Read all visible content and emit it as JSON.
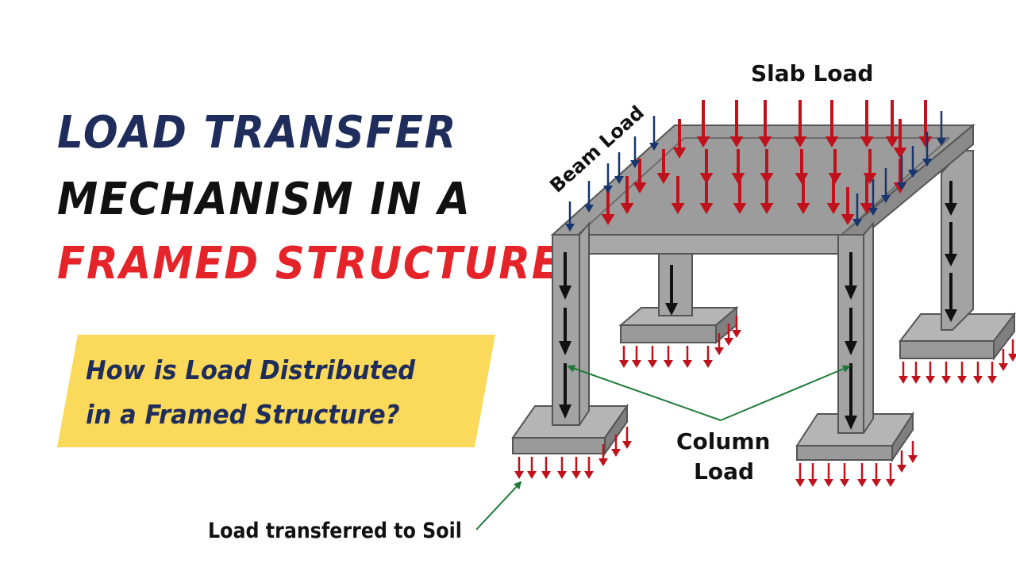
{
  "title": {
    "line1": "LOAD TRANSFER",
    "line2": "MECHANISM IN A",
    "line3": "FRAMED STRUCTURE"
  },
  "question": {
    "line1": "How is Load Distributed",
    "line2": "in a Framed Structure?"
  },
  "diagram_labels": {
    "slab_load": "Slab Load",
    "beam_load": "Beam Load",
    "column_load_1": "Column",
    "column_load_2": "Load",
    "soil": "Load transferred to Soil"
  },
  "colors": {
    "title_navy": "#1f2d5c",
    "title_black": "#111111",
    "title_red": "#e5242a",
    "question_bg": "#fbd95a",
    "concrete": "#a3a3a3",
    "concrete_dark": "#7f7f7f",
    "slab_arrow": "#c0121c",
    "beam_arrow": "#17356e",
    "pointer_arrow": "#1f7a3a"
  }
}
